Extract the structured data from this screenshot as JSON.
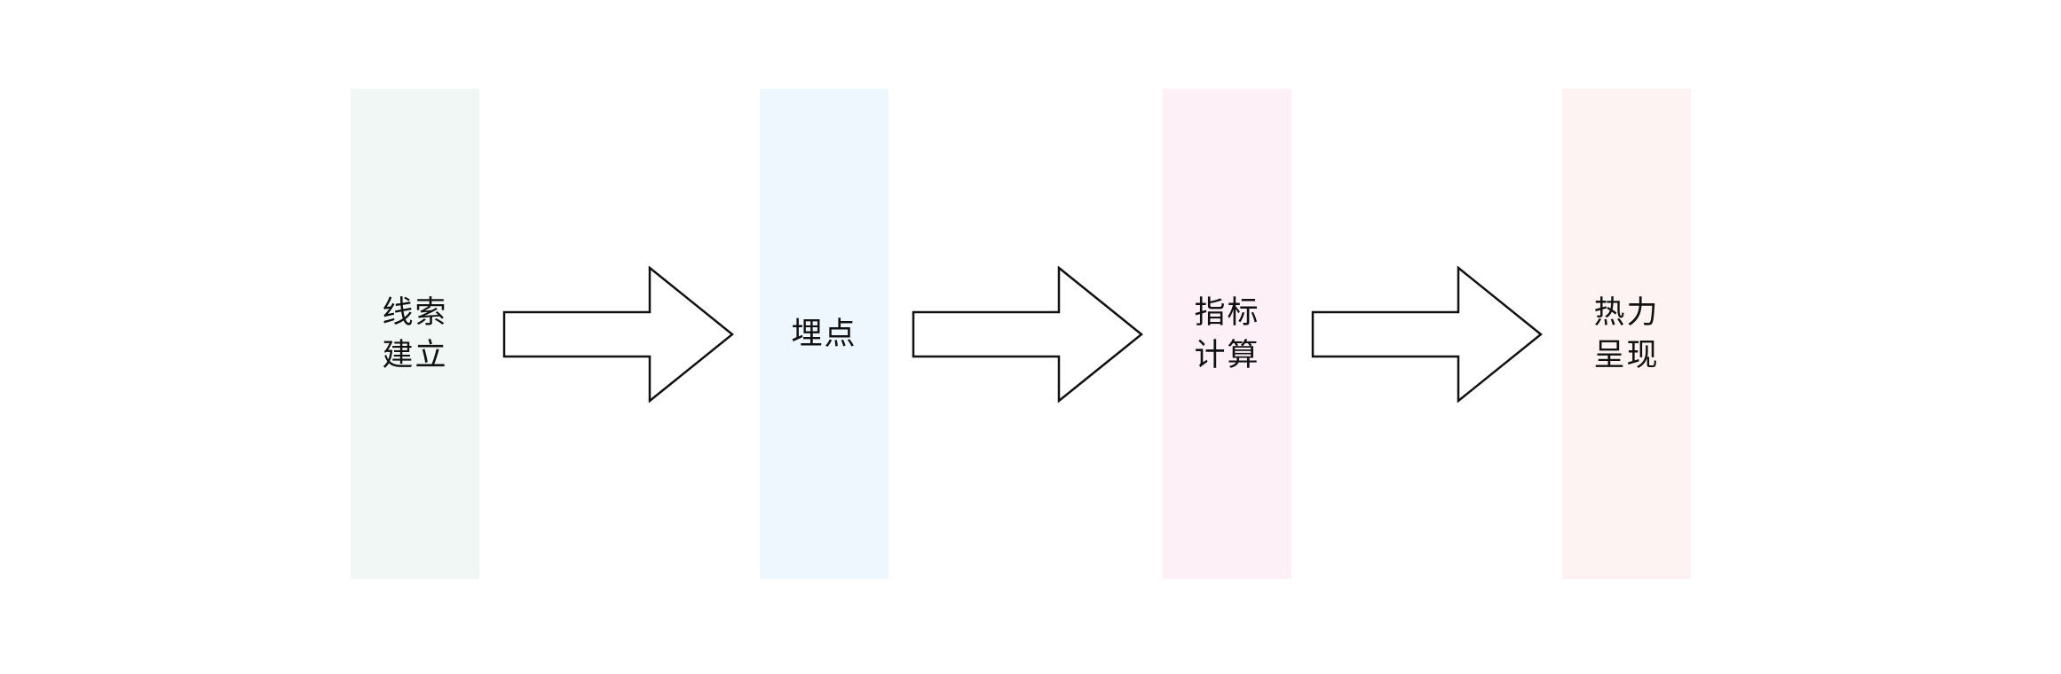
{
  "steps": [
    {
      "label": "线索\n建立",
      "color": "#f1f7f5"
    },
    {
      "label": "埋点",
      "color": "#eef6fe"
    },
    {
      "label": "指标\n计算",
      "color": "#fdf0f6"
    },
    {
      "label": "热力\n呈现",
      "color": "#fdf3f2"
    }
  ],
  "arrow_icon": "right-block-arrow-icon"
}
